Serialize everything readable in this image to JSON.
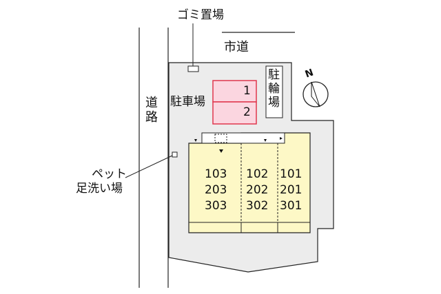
{
  "labels": {
    "garbage": "ゴミ置場",
    "city_road": "市道",
    "road_vertical": [
      "道",
      "路"
    ],
    "parking": "駐車場",
    "bicycle_parking": [
      "駐",
      "輪",
      "場"
    ],
    "pet_wash_line1": "ペット",
    "pet_wash_line2": "足洗い場",
    "compass_north": "N"
  },
  "parking_spaces": [
    "1",
    "2"
  ],
  "units": {
    "col1": [
      "103",
      "203",
      "303"
    ],
    "col2": [
      "102",
      "202",
      "302"
    ],
    "col3": [
      "101",
      "201",
      "301"
    ]
  },
  "colors": {
    "site": "#ececec",
    "building": "#fdf8c6",
    "parking_fill": "#fbd6e0",
    "parking_border": "#e0364d",
    "line": "#222222"
  }
}
